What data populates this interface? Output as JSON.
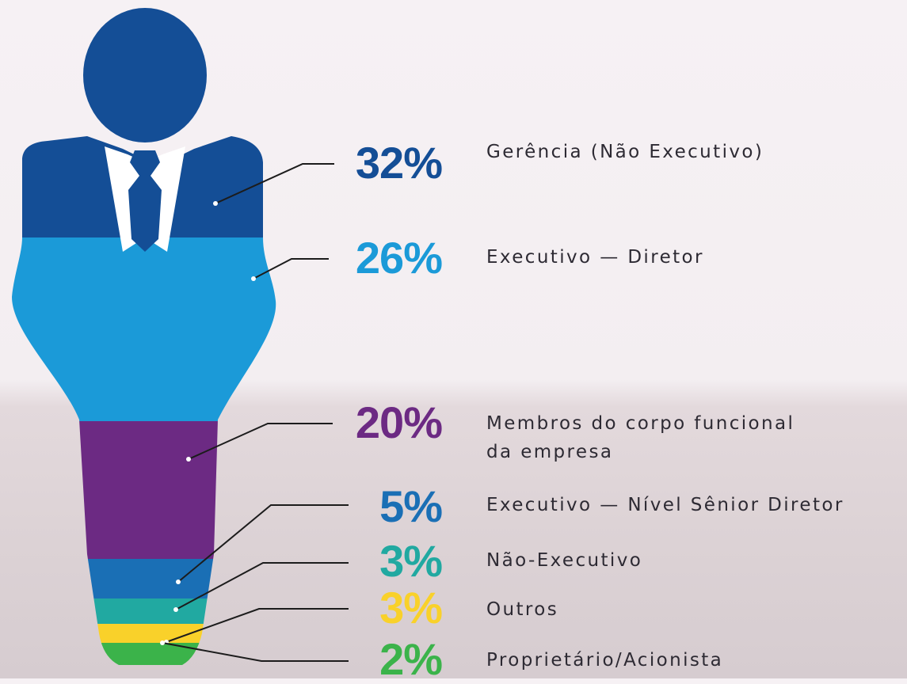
{
  "chart_data": {
    "type": "pie",
    "categories": [
      "Gerência (Não Executivo)",
      "Executivo — Diretor",
      "Membros do corpo funcional da empresa",
      "Executivo — Nível Sênior Diretor",
      "Não-Executivo",
      "Outros",
      "Proprietário/Acionista"
    ],
    "values": [
      32,
      26,
      20,
      5,
      3,
      3,
      2
    ],
    "series": [
      {
        "pct": "32%",
        "label": [
          "Gerência (Não Executivo)"
        ],
        "color": "#144e96"
      },
      {
        "pct": "26%",
        "label": [
          "Executivo — Diretor"
        ],
        "color": "#1b9ad8"
      },
      {
        "pct": "20%",
        "label": [
          "Membros do corpo funcional",
          "da empresa"
        ],
        "color": "#6c2a83"
      },
      {
        "pct": "5%",
        "label": [
          "Executivo — Nível Sênior Diretor"
        ],
        "color": "#1a6fb5"
      },
      {
        "pct": "3%",
        "label": [
          "Não-Executivo"
        ],
        "color": "#21a9a1"
      },
      {
        "pct": "3%",
        "label": [
          "Outros"
        ],
        "color": "#f9d12a"
      },
      {
        "pct": "2%",
        "label": [
          "Proprietário/Acionista"
        ],
        "color": "#3bb34a"
      }
    ],
    "head_color": "#144e96",
    "accent_white": "#ffffff"
  }
}
